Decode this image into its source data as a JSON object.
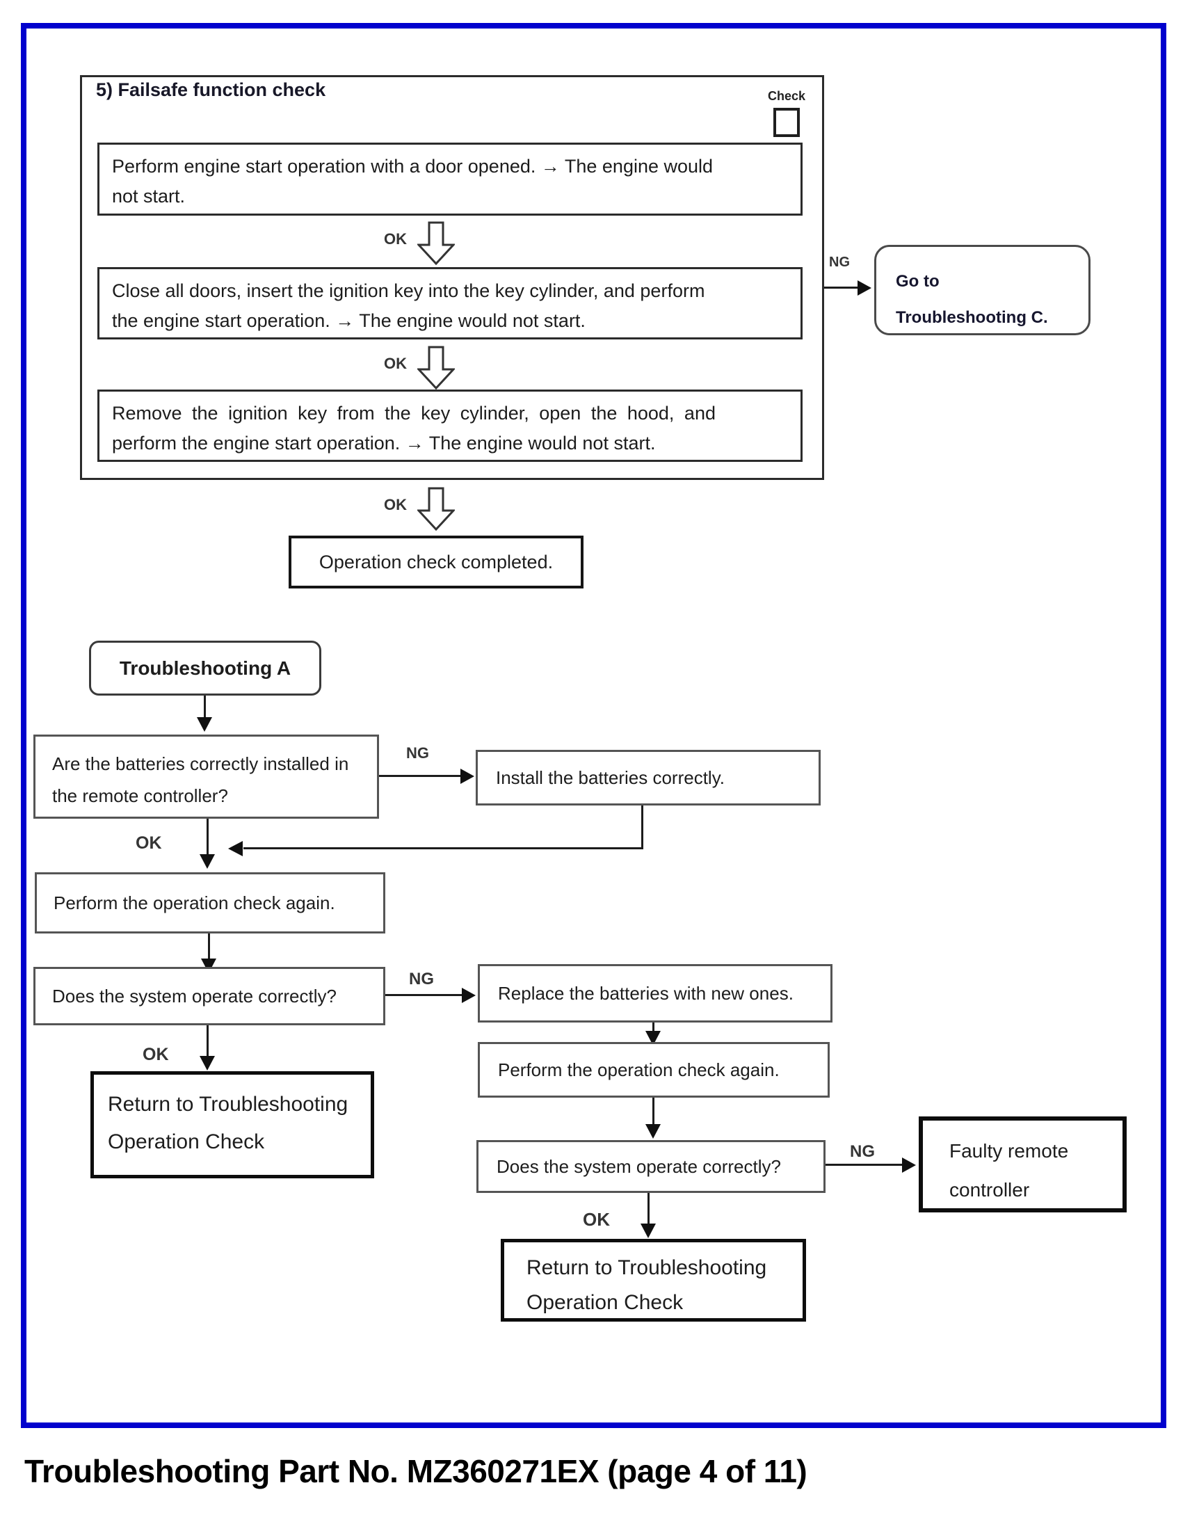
{
  "labels": {
    "ok": "OK",
    "ng": "NG"
  },
  "page": {
    "caption": "Troubleshooting Part No. MZ360271EX (page 4 of 11)"
  },
  "failsafe": {
    "title": "5) Failsafe function check",
    "check_label": "Check",
    "steps": [
      {
        "lines": [
          "Perform engine start operation with a door opened. → The engine would",
          "not start."
        ]
      },
      {
        "lines": [
          "Close all doors, insert the ignition key into the key cylinder, and perform",
          "the engine start operation. → The engine would not start."
        ]
      },
      {
        "lines": [
          "Remove the ignition key from the key cylinder, open the hood, and",
          "perform the engine start operation. → The engine would not start."
        ]
      }
    ],
    "goto_box": {
      "lines": [
        "Go to",
        "Troubleshooting C."
      ]
    },
    "completed": "Operation check completed."
  },
  "trbl_a": {
    "start": "Troubleshooting A",
    "q_batteries": {
      "lines": [
        "Are the batteries correctly installed in",
        "the remote controller?"
      ]
    },
    "install": "Install the batteries correctly.",
    "perform_left": "Perform the operation check again.",
    "q_system_left": "Does the system operate correctly?",
    "return_left": {
      "lines": [
        "Return to Troubleshooting",
        "Operation Check"
      ]
    },
    "replace": "Replace the batteries with new ones.",
    "perform_right": "Perform the operation check again.",
    "q_system_right": "Does the system operate correctly?",
    "faulty": {
      "lines": [
        "Faulty remote",
        "controller"
      ]
    },
    "return_right": {
      "lines": [
        "Return to Troubleshooting",
        "Operation Check"
      ]
    }
  }
}
